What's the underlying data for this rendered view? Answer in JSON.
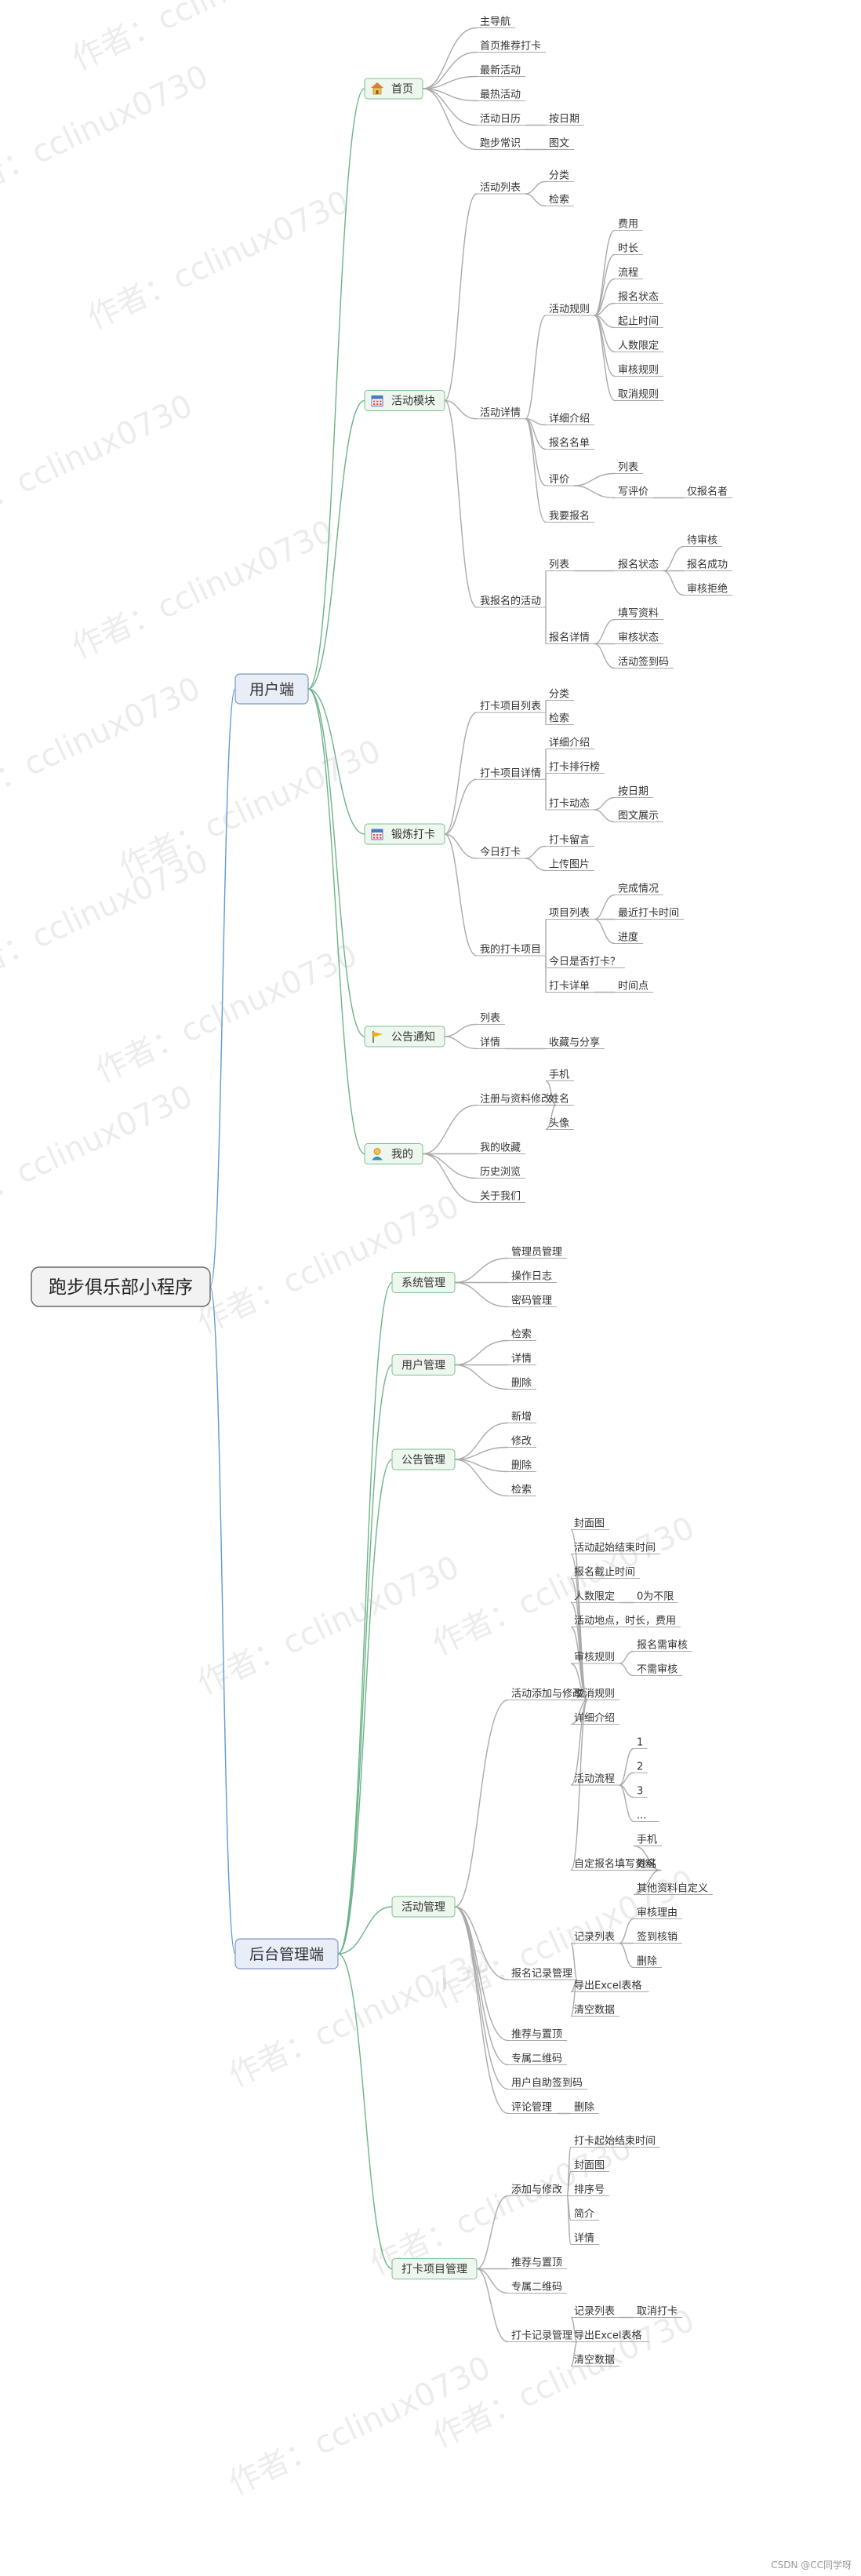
{
  "root": "跑步俱乐部小程序",
  "colors": {
    "user_branch": "#5b9bd5",
    "admin_branch": "#5b9bd5",
    "module_edge": "#6db38a",
    "leaf_edge": "#aaaaaa",
    "module_fill": "#eef7ee",
    "module_border": "#7fbf8f",
    "branch_fill": "#e8eef8",
    "branch_border": "#7f97bf",
    "root_fill": "#f2f2f2",
    "root_border": "#666666"
  },
  "watermark": "作者：cclinux0730",
  "credit": "CSDN @CC同学呀",
  "branches": [
    {
      "label": "用户端",
      "modules": [
        {
          "label": "首页",
          "icon": "home-icon",
          "children": [
            {
              "label": "主导航"
            },
            {
              "label": "首页推荐打卡"
            },
            {
              "label": "最新活动"
            },
            {
              "label": "最热活动"
            },
            {
              "label": "活动日历",
              "children": [
                {
                  "label": "按日期"
                }
              ]
            },
            {
              "label": "跑步常识",
              "children": [
                {
                  "label": "图文"
                }
              ]
            }
          ]
        },
        {
          "label": "活动模块",
          "icon": "calendar-icon",
          "children": [
            {
              "label": "活动列表",
              "children": [
                {
                  "label": "分类"
                },
                {
                  "label": "检索"
                }
              ]
            },
            {
              "label": "活动详情",
              "children": [
                {
                  "label": "活动规则",
                  "children": [
                    {
                      "label": "费用"
                    },
                    {
                      "label": "时长"
                    },
                    {
                      "label": "流程"
                    },
                    {
                      "label": "报名状态"
                    },
                    {
                      "label": "起止时间"
                    },
                    {
                      "label": "人数限定"
                    },
                    {
                      "label": "审核规则"
                    },
                    {
                      "label": "取消规则"
                    }
                  ]
                },
                {
                  "label": "详细介绍"
                },
                {
                  "label": "报名名单"
                },
                {
                  "label": "评价",
                  "children": [
                    {
                      "label": "列表"
                    },
                    {
                      "label": "写评价",
                      "children": [
                        {
                          "label": "仅报名者"
                        }
                      ]
                    }
                  ]
                },
                {
                  "label": "我要报名"
                }
              ]
            },
            {
              "label": "我报名的活动",
              "children": [
                {
                  "label": "列表",
                  "children": [
                    {
                      "label": "报名状态",
                      "children": [
                        {
                          "label": "待审核"
                        },
                        {
                          "label": "报名成功"
                        },
                        {
                          "label": "审核拒绝"
                        }
                      ]
                    }
                  ]
                },
                {
                  "label": "报名详情",
                  "children": [
                    {
                      "label": "填写资料"
                    },
                    {
                      "label": "审核状态"
                    },
                    {
                      "label": "活动签到码"
                    }
                  ]
                }
              ]
            }
          ]
        },
        {
          "label": "锻炼打卡",
          "icon": "calendar-icon",
          "children": [
            {
              "label": "打卡项目列表",
              "children": [
                {
                  "label": "分类"
                },
                {
                  "label": "检索"
                }
              ]
            },
            {
              "label": "打卡项目详情",
              "children": [
                {
                  "label": "详细介绍"
                },
                {
                  "label": "打卡排行榜"
                },
                {
                  "label": "打卡动态",
                  "children": [
                    {
                      "label": "按日期"
                    },
                    {
                      "label": "图文展示"
                    }
                  ]
                }
              ]
            },
            {
              "label": "今日打卡",
              "children": [
                {
                  "label": "打卡留言"
                },
                {
                  "label": "上传图片"
                }
              ]
            },
            {
              "label": "我的打卡项目",
              "children": [
                {
                  "label": "项目列表",
                  "children": [
                    {
                      "label": "完成情况"
                    },
                    {
                      "label": "最近打卡时间"
                    },
                    {
                      "label": "进度"
                    }
                  ]
                },
                {
                  "label": "今日是否打卡？"
                },
                {
                  "label": "打卡详单",
                  "children": [
                    {
                      "label": "时间点"
                    }
                  ]
                }
              ]
            }
          ]
        },
        {
          "label": "公告通知",
          "icon": "flag-icon",
          "children": [
            {
              "label": "列表"
            },
            {
              "label": "详情",
              "children": [
                {
                  "label": "收藏与分享"
                }
              ]
            }
          ]
        },
        {
          "label": "我的",
          "icon": "user-icon",
          "children": [
            {
              "label": "注册与资料修改",
              "children": [
                {
                  "label": "手机"
                },
                {
                  "label": "姓名"
                },
                {
                  "label": "头像"
                }
              ]
            },
            {
              "label": "我的收藏"
            },
            {
              "label": "历史浏览"
            },
            {
              "label": "关于我们"
            }
          ]
        }
      ]
    },
    {
      "label": "后台管理端",
      "modules": [
        {
          "label": "系统管理",
          "children": [
            {
              "label": "管理员管理"
            },
            {
              "label": "操作日志"
            },
            {
              "label": "密码管理"
            }
          ]
        },
        {
          "label": "用户管理",
          "children": [
            {
              "label": "检索"
            },
            {
              "label": "详情"
            },
            {
              "label": "删除"
            }
          ]
        },
        {
          "label": "公告管理",
          "children": [
            {
              "label": "新增"
            },
            {
              "label": "修改"
            },
            {
              "label": "删除"
            },
            {
              "label": "检索"
            }
          ]
        },
        {
          "label": "活动管理",
          "children": [
            {
              "label": "活动添加与修改",
              "children": [
                {
                  "label": "封面图"
                },
                {
                  "label": "活动起始结束时间"
                },
                {
                  "label": "报名截止时间"
                },
                {
                  "label": "人数限定",
                  "children": [
                    {
                      "label": "0为不限"
                    }
                  ]
                },
                {
                  "label": "活动地点，时长，费用"
                },
                {
                  "label": "审核规则",
                  "children": [
                    {
                      "label": "报名需审核"
                    },
                    {
                      "label": "不需审核"
                    }
                  ]
                },
                {
                  "label": "取消规则"
                },
                {
                  "label": "详细介绍"
                },
                {
                  "label": "活动流程",
                  "children": [
                    {
                      "label": "1"
                    },
                    {
                      "label": "2"
                    },
                    {
                      "label": "3"
                    },
                    {
                      "label": "..."
                    }
                  ]
                },
                {
                  "label": "自定报名填写资料",
                  "children": [
                    {
                      "label": "手机"
                    },
                    {
                      "label": "姓名"
                    },
                    {
                      "label": "其他资料自定义"
                    }
                  ]
                }
              ]
            },
            {
              "label": "报名记录管理",
              "children": [
                {
                  "label": "记录列表",
                  "children": [
                    {
                      "label": "审核理由"
                    },
                    {
                      "label": "签到核销"
                    },
                    {
                      "label": "删除"
                    }
                  ]
                },
                {
                  "label": "导出Excel表格"
                },
                {
                  "label": "清空数据"
                }
              ]
            },
            {
              "label": "推荐与置顶"
            },
            {
              "label": "专属二维码"
            },
            {
              "label": "用户自助签到码"
            },
            {
              "label": "评论管理",
              "children": [
                {
                  "label": "删除"
                }
              ]
            }
          ]
        },
        {
          "label": "打卡项目管理",
          "children": [
            {
              "label": "添加与修改",
              "children": [
                {
                  "label": "打卡起始结束时间"
                },
                {
                  "label": "封面图"
                },
                {
                  "label": "排序号"
                },
                {
                  "label": "简介"
                },
                {
                  "label": "详情"
                }
              ]
            },
            {
              "label": "推荐与置顶"
            },
            {
              "label": "专属二维码"
            },
            {
              "label": "打卡记录管理",
              "children": [
                {
                  "label": "记录列表",
                  "children": [
                    {
                      "label": "取消打卡"
                    }
                  ]
                },
                {
                  "label": "导出Excel表格"
                },
                {
                  "label": "清空数据"
                }
              ]
            }
          ]
        }
      ]
    }
  ]
}
